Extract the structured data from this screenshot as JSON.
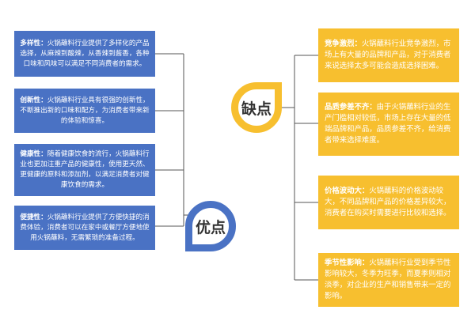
{
  "colors": {
    "pros": "#4a72c4",
    "cons": "#f7bf2f",
    "line": "#555555"
  },
  "pros": {
    "title": "优点",
    "items": [
      {
        "label": "多样性：",
        "text": "火锅蘸料行业提供了多样化的产品选择，从麻辣到酸辣，从香辣到酱香，各种口味和风味可以满足不同消费者的需求。"
      },
      {
        "label": "创新性：",
        "text": "火锅蘸料行业具有很强的创新性，不断推出新的口味和配方，为消费者带来新的体验和惊喜。"
      },
      {
        "label": "健康性：",
        "text": "随着健康饮食的流行，火锅蘸料行业也更加注重产品的健康性，使用更天然、更健康的原料和添加剂，以满足消费者对健康饮食的需求。"
      },
      {
        "label": "便捷性：",
        "text": "火锅蘸料行业提供了方便快捷的消费体验，消费者可以在家中或餐厅方便地使用火锅蘸料，无需繁琐的准备过程。"
      }
    ]
  },
  "cons": {
    "title": "缺点",
    "items": [
      {
        "label": "竞争激烈：",
        "text": "火锅蘸料行业竞争激烈，市场上有大量的品牌和产品，对于消费者来说选择太多可能会造成选择困难。"
      },
      {
        "label": "品质参差不齐：",
        "text": "由于火锅蘸料行业的生产门槛相对较低，市场上存在大量的低端品牌和产品，品质参差不齐，给消费者带来选择难度。"
      },
      {
        "label": "价格波动大：",
        "text": "火锅蘸料的价格波动较大，不同品牌和产品的价格差异较大，消费者在购买时需要进行比较和选择。"
      },
      {
        "label": "季节性影响：",
        "text": "火锅蘸料行业受到季节性影响较大，冬季为旺季，而夏季则相对淡季，对企业的生产和销售带来一定的影响。"
      }
    ]
  }
}
